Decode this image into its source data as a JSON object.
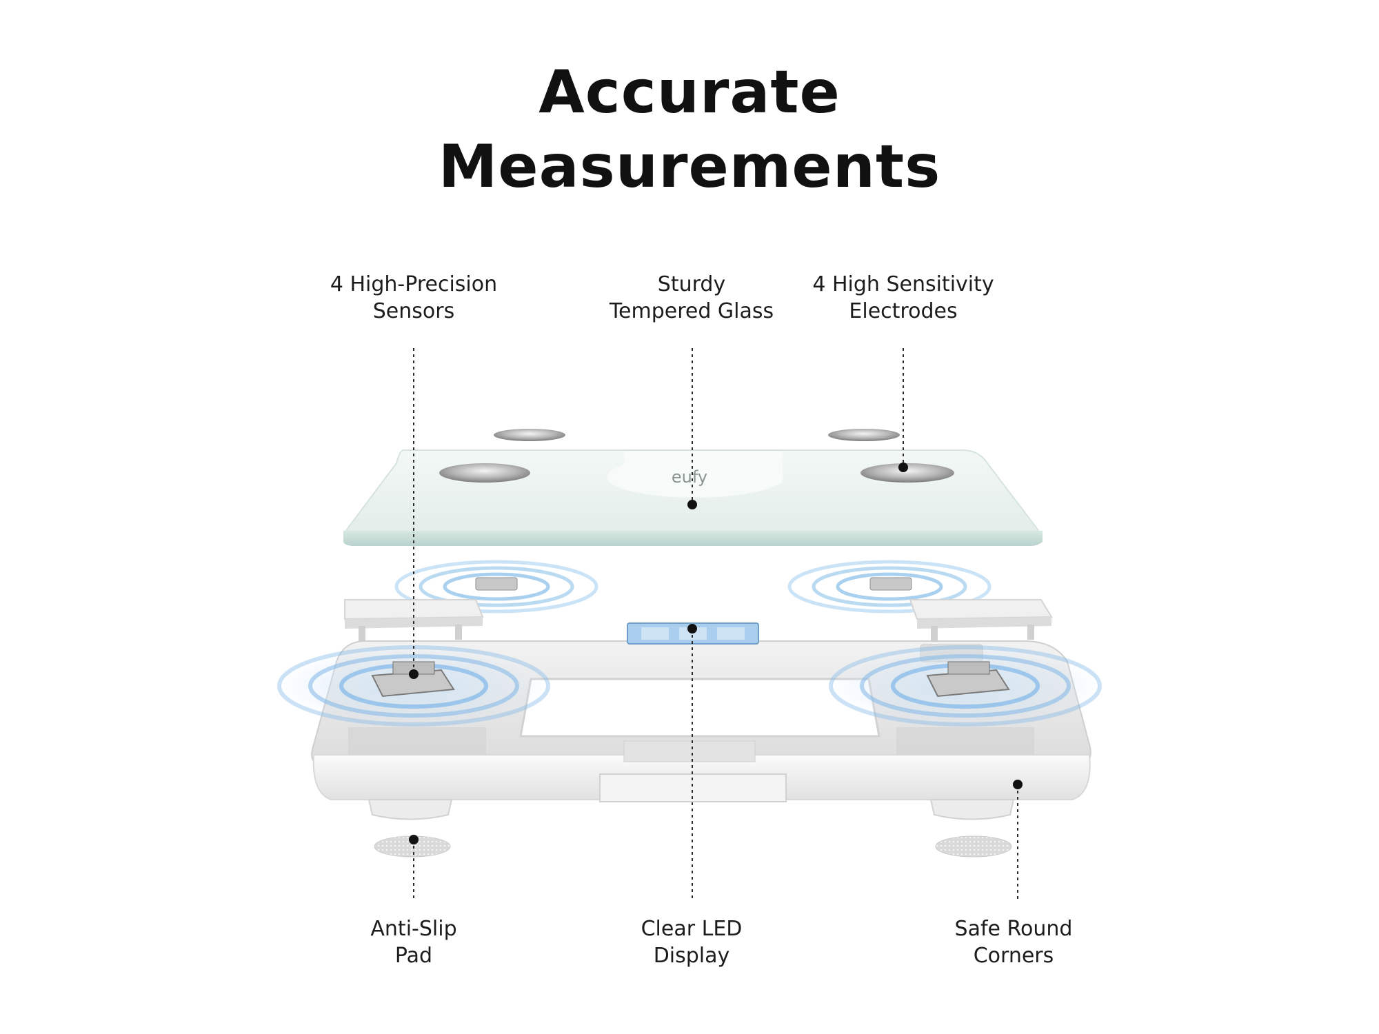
{
  "title": {
    "line1": "Accurate",
    "line2": "Measurements"
  },
  "brand_mark": "eufy",
  "callouts": {
    "sensors": {
      "line1": "4 High-Precision",
      "line2": "Sensors"
    },
    "glass": {
      "line1": "Sturdy",
      "line2": "Tempered Glass"
    },
    "electrodes": {
      "line1": "4 High Sensitivity",
      "line2": "Electrodes"
    },
    "pad": {
      "line1": "Anti-Slip",
      "line2": "Pad"
    },
    "display": {
      "line1": "Clear LED",
      "line2": "Display"
    },
    "corners": {
      "line1": "Safe Round",
      "line2": "Corners"
    }
  },
  "colors": {
    "accent_blue": "#7fb7e8",
    "glass": "#e9f1ef",
    "frame": "#e6e6e6",
    "text": "#1c1c1c"
  }
}
